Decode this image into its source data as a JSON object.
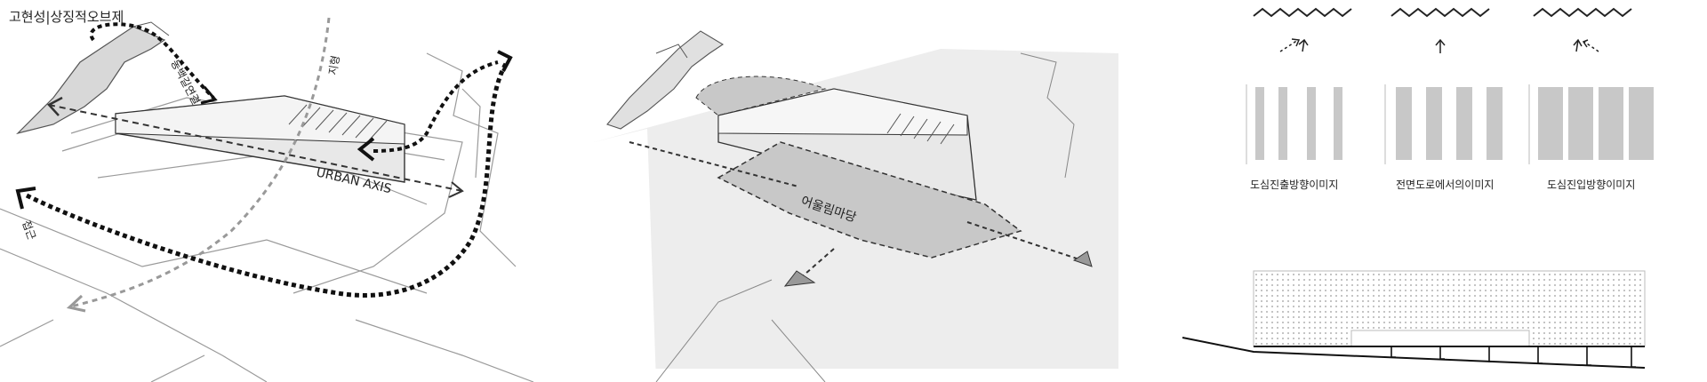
{
  "panel1": {
    "title": "고현성|상징적오브제",
    "curve_label": "동백길연결",
    "urban_axis": "URBAN AXIS",
    "axis_label": "지형",
    "approach_label": "접근"
  },
  "panel2": {
    "plaza_label": "어울림마당"
  },
  "panel3": {
    "captions": [
      "도심진출방향이미지",
      "전면도로에서의이미지",
      "도심진입방향이미지"
    ],
    "colors": {
      "bar": "#c8c8c8",
      "line": "#111111",
      "dots": "#9a9a9a"
    }
  }
}
